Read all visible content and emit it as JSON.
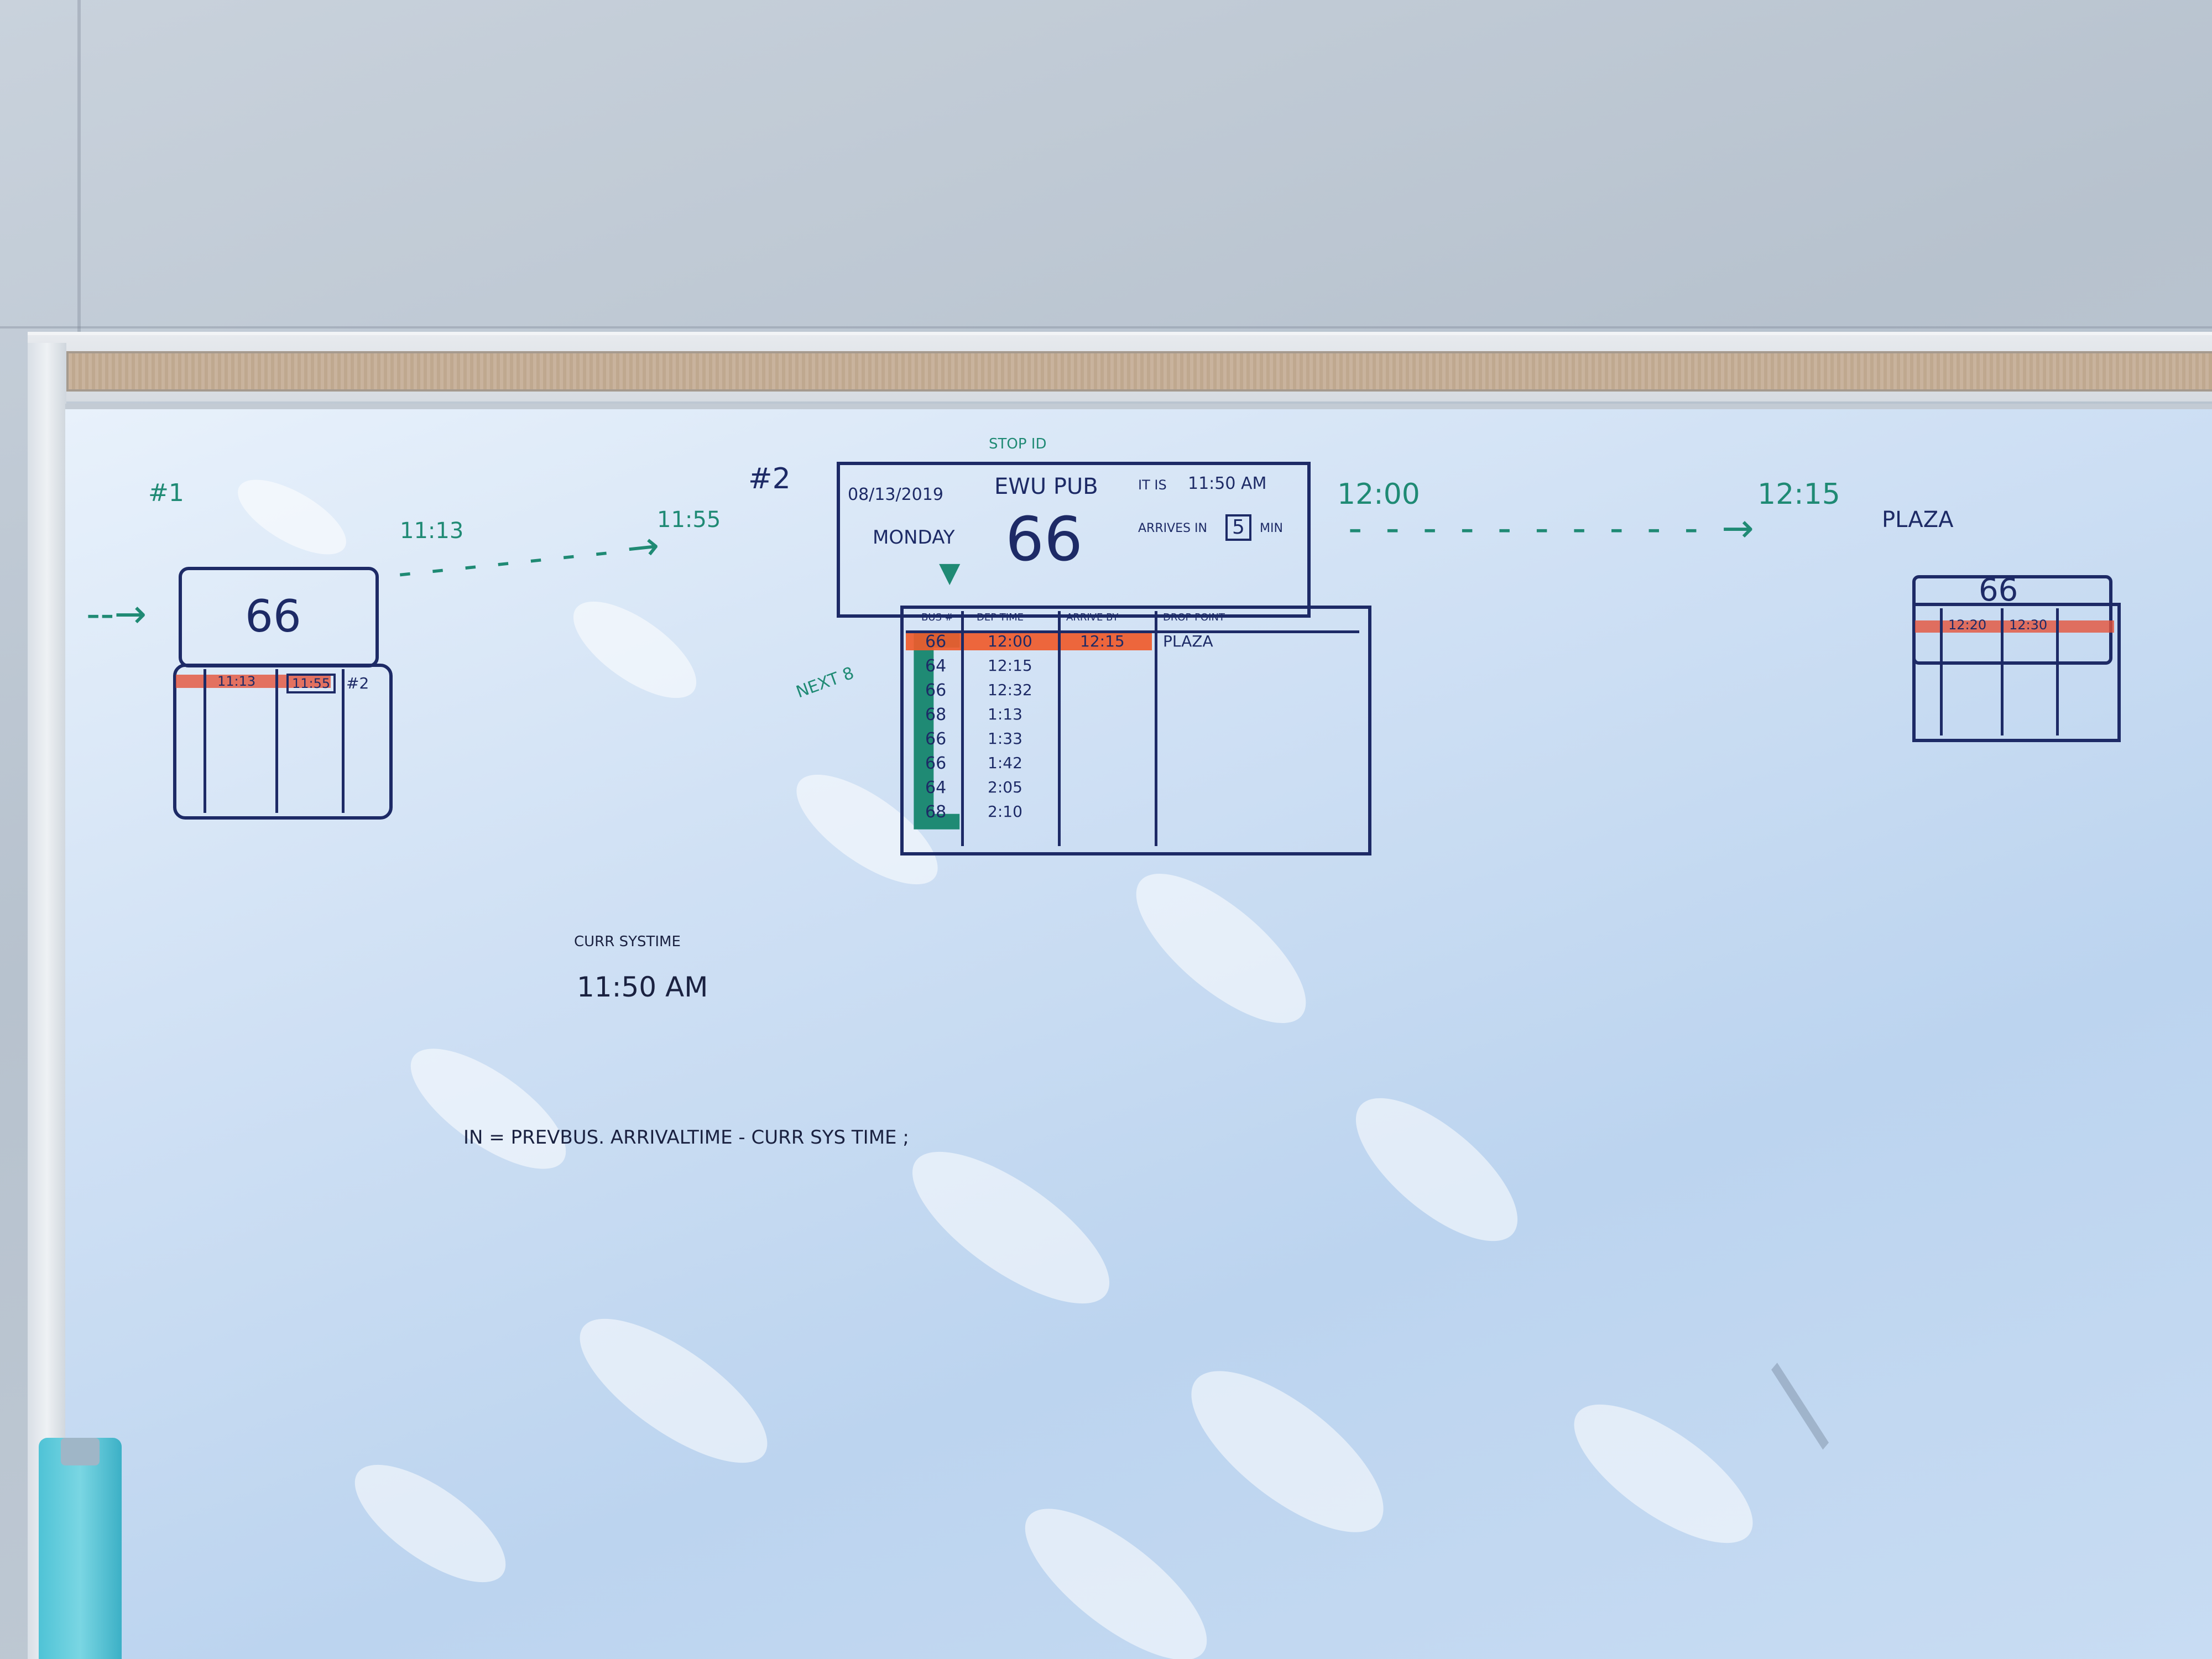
{
  "left_screen": {
    "number": "#1",
    "route_number": "66",
    "times": [
      "11:13",
      "11:55"
    ],
    "next_label": "#2"
  },
  "arrow_times_1": [
    "11:13",
    "11:55"
  ],
  "center_screen": {
    "number": "#2",
    "stop_id_label": "STOP ID",
    "date": "08/13/2019",
    "stop_name": "EWU PUB",
    "time_label": "IT IS",
    "time_value": "11:50 AM",
    "day": "MONDAY",
    "route_number": "66",
    "arrives_label": "ARRIVES IN",
    "arrives_value": "5",
    "arrives_unit": "MIN",
    "next_label": "NEXT 8",
    "table": {
      "headers": [
        "BUS #",
        "DEP TIME",
        "ARRIVE BY",
        "DROP POINT"
      ],
      "rows": [
        [
          "66",
          "12:00",
          "12:15",
          "PLAZA"
        ],
        [
          "64",
          "12:15",
          "",
          ""
        ],
        [
          "66",
          "12:32",
          "",
          ""
        ],
        [
          "68",
          "1:13",
          "",
          ""
        ],
        [
          "66",
          "1:33",
          "",
          ""
        ],
        [
          "66",
          "1:42",
          "",
          ""
        ],
        [
          "64",
          "2:05",
          "",
          ""
        ],
        [
          "68",
          "2:10",
          "",
          ""
        ]
      ]
    }
  },
  "arrow_times_2": [
    "12:00",
    "12:15"
  ],
  "right_screen": {
    "destination": "PLAZA",
    "route_number": "66",
    "times": [
      "12:20",
      "12:30"
    ]
  },
  "notes": {
    "sys_label": "CURR SYSTIME",
    "sys_value": "11:50 AM",
    "formula": "IN = PREVBUS. ARRIVALTIME - CURR SYS TIME ;"
  }
}
